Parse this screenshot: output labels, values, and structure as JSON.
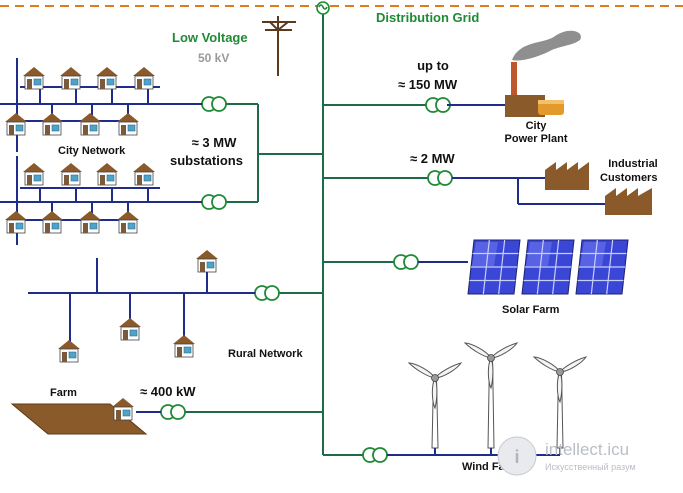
{
  "labels": {
    "distribution_grid": "Distribution Grid",
    "low_voltage": "Low Voltage",
    "low_voltage_kv": "50 kV",
    "city_network": "City Network",
    "substations_power": "≈ 3  MW",
    "substations": "substations",
    "power_plant_capacity_1": "up to",
    "power_plant_capacity_2": "≈ 150  MW",
    "power_plant_1": "City",
    "power_plant_2": "Power Plant",
    "industrial_power": "≈ 2  MW",
    "industrial_1": "Industrial",
    "industrial_2": "Customers",
    "solar_farm": "Solar Farm",
    "rural_network": "Rural Network",
    "farm": "Farm",
    "farm_power": "≈ 400 kW",
    "wind_farm": "Wind Farm"
  },
  "watermark": {
    "text": "intellect.icu",
    "sub": "Искусственный разум"
  },
  "colors": {
    "grid_line": "#1e6b4a",
    "network_line": "#1f2c8a",
    "transformer": "#1f8a35",
    "house_roof": "#8a5a2b",
    "house_window": "#4fa3c8",
    "farm_field": "#8b5a2b",
    "solar_panel": "#3a46d6",
    "label_green": "#1f8a35",
    "grid_dashed": "#e07a1a"
  }
}
